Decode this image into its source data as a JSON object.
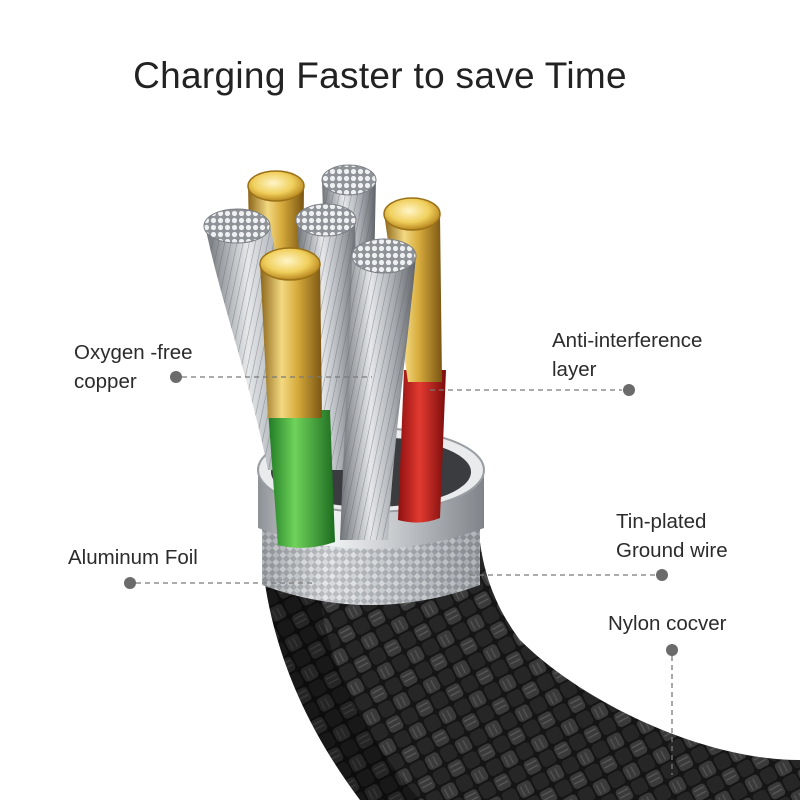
{
  "title": "Charging Faster to save Time",
  "labels": {
    "oxygen_free_line1": "Oxygen -free",
    "oxygen_free_line2": "copper",
    "anti_interference_line1": "Anti-interference",
    "anti_interference_line2": "layer",
    "aluminum_foil": "Aluminum Foil",
    "tin_plated_line1": "Tin-plated",
    "tin_plated_line2": "Ground wire",
    "nylon_cover": "Nylon cocver"
  },
  "colors": {
    "gold": "#d7ab3c",
    "green_sheath": "#3aa63a",
    "red_sheath": "#c9221f",
    "silver_wire": "#a9adb2",
    "braid": "#1c1c1c",
    "callout": "#6b6b6b"
  }
}
